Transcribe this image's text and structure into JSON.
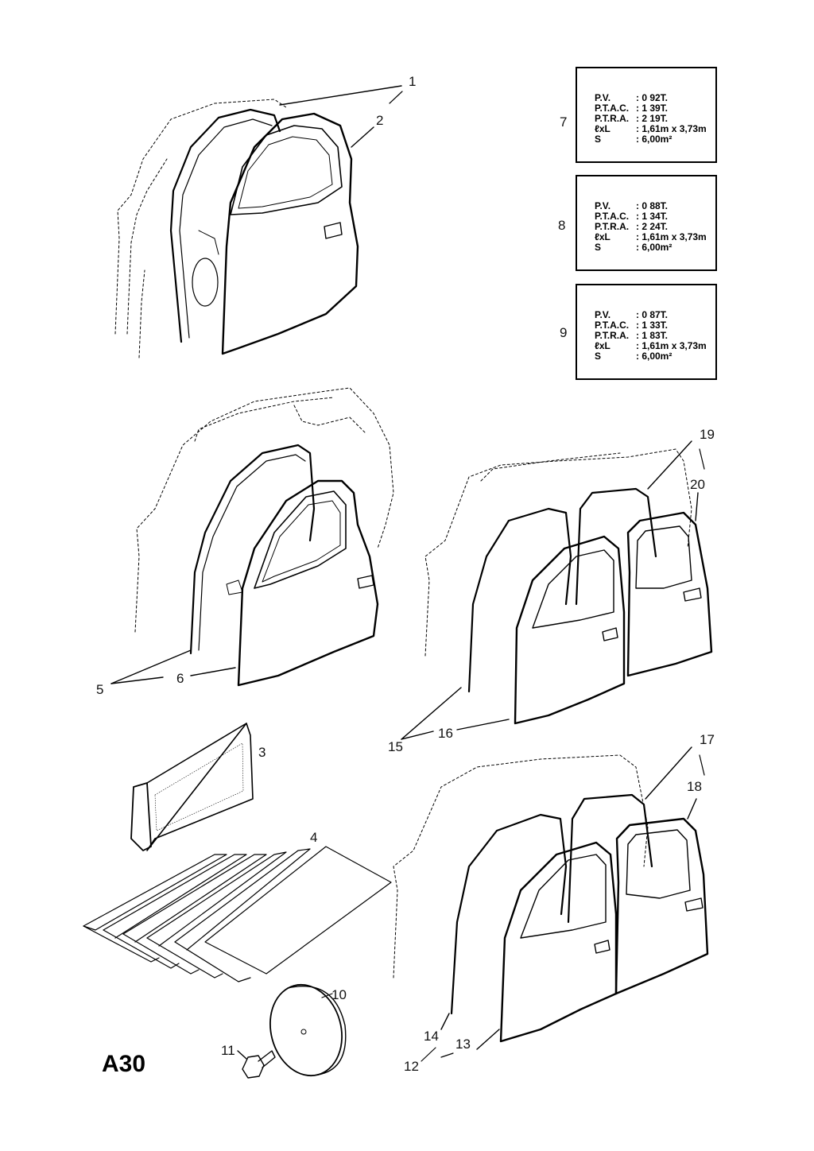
{
  "page": {
    "code": "A30"
  },
  "callouts": {
    "c1": "1",
    "c2": "2",
    "c3": "3",
    "c4": "4",
    "c5": "5",
    "c6": "6",
    "c7": "7",
    "c8": "8",
    "c9": "9",
    "c10": "10",
    "c11": "11",
    "c12": "12",
    "c13": "13",
    "c14": "14",
    "c15": "15",
    "c16": "16",
    "c17": "17",
    "c18": "18",
    "c19": "19",
    "c20": "20"
  },
  "plates": [
    {
      "rows": [
        {
          "k": "P.V.",
          "v": ":  0 92T."
        },
        {
          "k": "P.T.A.C.",
          "v": ":  1 39T."
        },
        {
          "k": "P.T.R.A.",
          "v": ":  2 19T."
        },
        {
          "k": "ℓxL",
          "v": ": 1,61m x 3,73m"
        },
        {
          "k": "S",
          "v": ": 6,00m²"
        }
      ]
    },
    {
      "rows": [
        {
          "k": "P.V.",
          "v": ":  0 88T."
        },
        {
          "k": "P.T.A.C.",
          "v": ":  1 34T."
        },
        {
          "k": "P.T.R.A.",
          "v": ":  2 24T."
        },
        {
          "k": "ℓxL",
          "v": ": 1,61m x 3,73m"
        },
        {
          "k": "S",
          "v": ": 6,00m²"
        }
      ]
    },
    {
      "rows": [
        {
          "k": "P.V.",
          "v": ":  0 87T."
        },
        {
          "k": "P.T.A.C.",
          "v": ":  1 33T."
        },
        {
          "k": "P.T.R.A.",
          "v": ":  1 83T."
        },
        {
          "k": "ℓxL",
          "v": ": 1,61m x 3,73m"
        },
        {
          "k": "S",
          "v": ": 6,00m²"
        }
      ]
    }
  ]
}
